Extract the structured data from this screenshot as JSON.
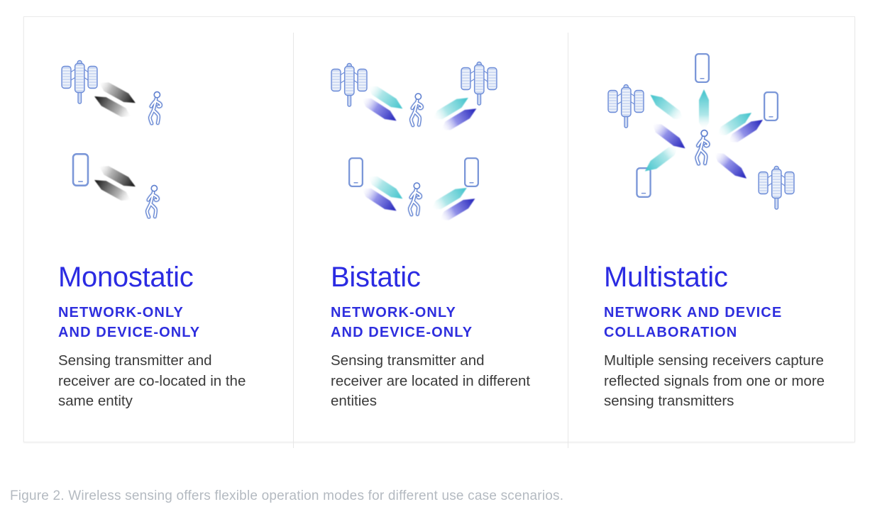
{
  "figure": {
    "caption": "Figure 2. Wireless sensing offers flexible operation modes for different use case scenarios.",
    "panels": [
      {
        "title": "Monostatic",
        "subtitle_line1": "NETWORK-ONLY",
        "subtitle_line2": "AND DEVICE-ONLY",
        "description": "Sensing transmitter and receiver are co-located in the same entity",
        "icons": [
          "cell-tower",
          "signal-arrows-black",
          "person",
          "smartphone",
          "signal-arrows-black",
          "person"
        ]
      },
      {
        "title": "Bistatic",
        "subtitle_line1": "NETWORK-ONLY",
        "subtitle_line2": "AND DEVICE-ONLY",
        "description": "Sensing transmitter and receiver are located in different entities",
        "icons": [
          "cell-tower",
          "signal-arrows-teal-indigo",
          "person",
          "cell-tower",
          "smartphone",
          "signal-arrows-teal-indigo",
          "person",
          "smartphone"
        ]
      },
      {
        "title": "Multistatic",
        "subtitle_line1": "NETWORK AND DEVICE",
        "subtitle_line2": "COLLABORATION",
        "description": "Multiple sensing receivers capture reflected signals from one or more sensing transmitters",
        "icons": [
          "smartphone",
          "cell-tower",
          "smartphone",
          "person",
          "radiating-signal-arrows",
          "smartphone",
          "cell-tower"
        ]
      }
    ],
    "colors": {
      "accent_blue": "#2b2be2",
      "icon_stroke_blue": "#6f8ed8",
      "person_blue": "#6484d1",
      "arrow_teal": "#3ec2cb",
      "arrow_indigo": "#1f1fb8",
      "arrow_black": "#0d0d0d",
      "body_text": "#3a3a3a",
      "caption_gray": "#b4bac1",
      "card_border": "#ebebeb"
    }
  }
}
